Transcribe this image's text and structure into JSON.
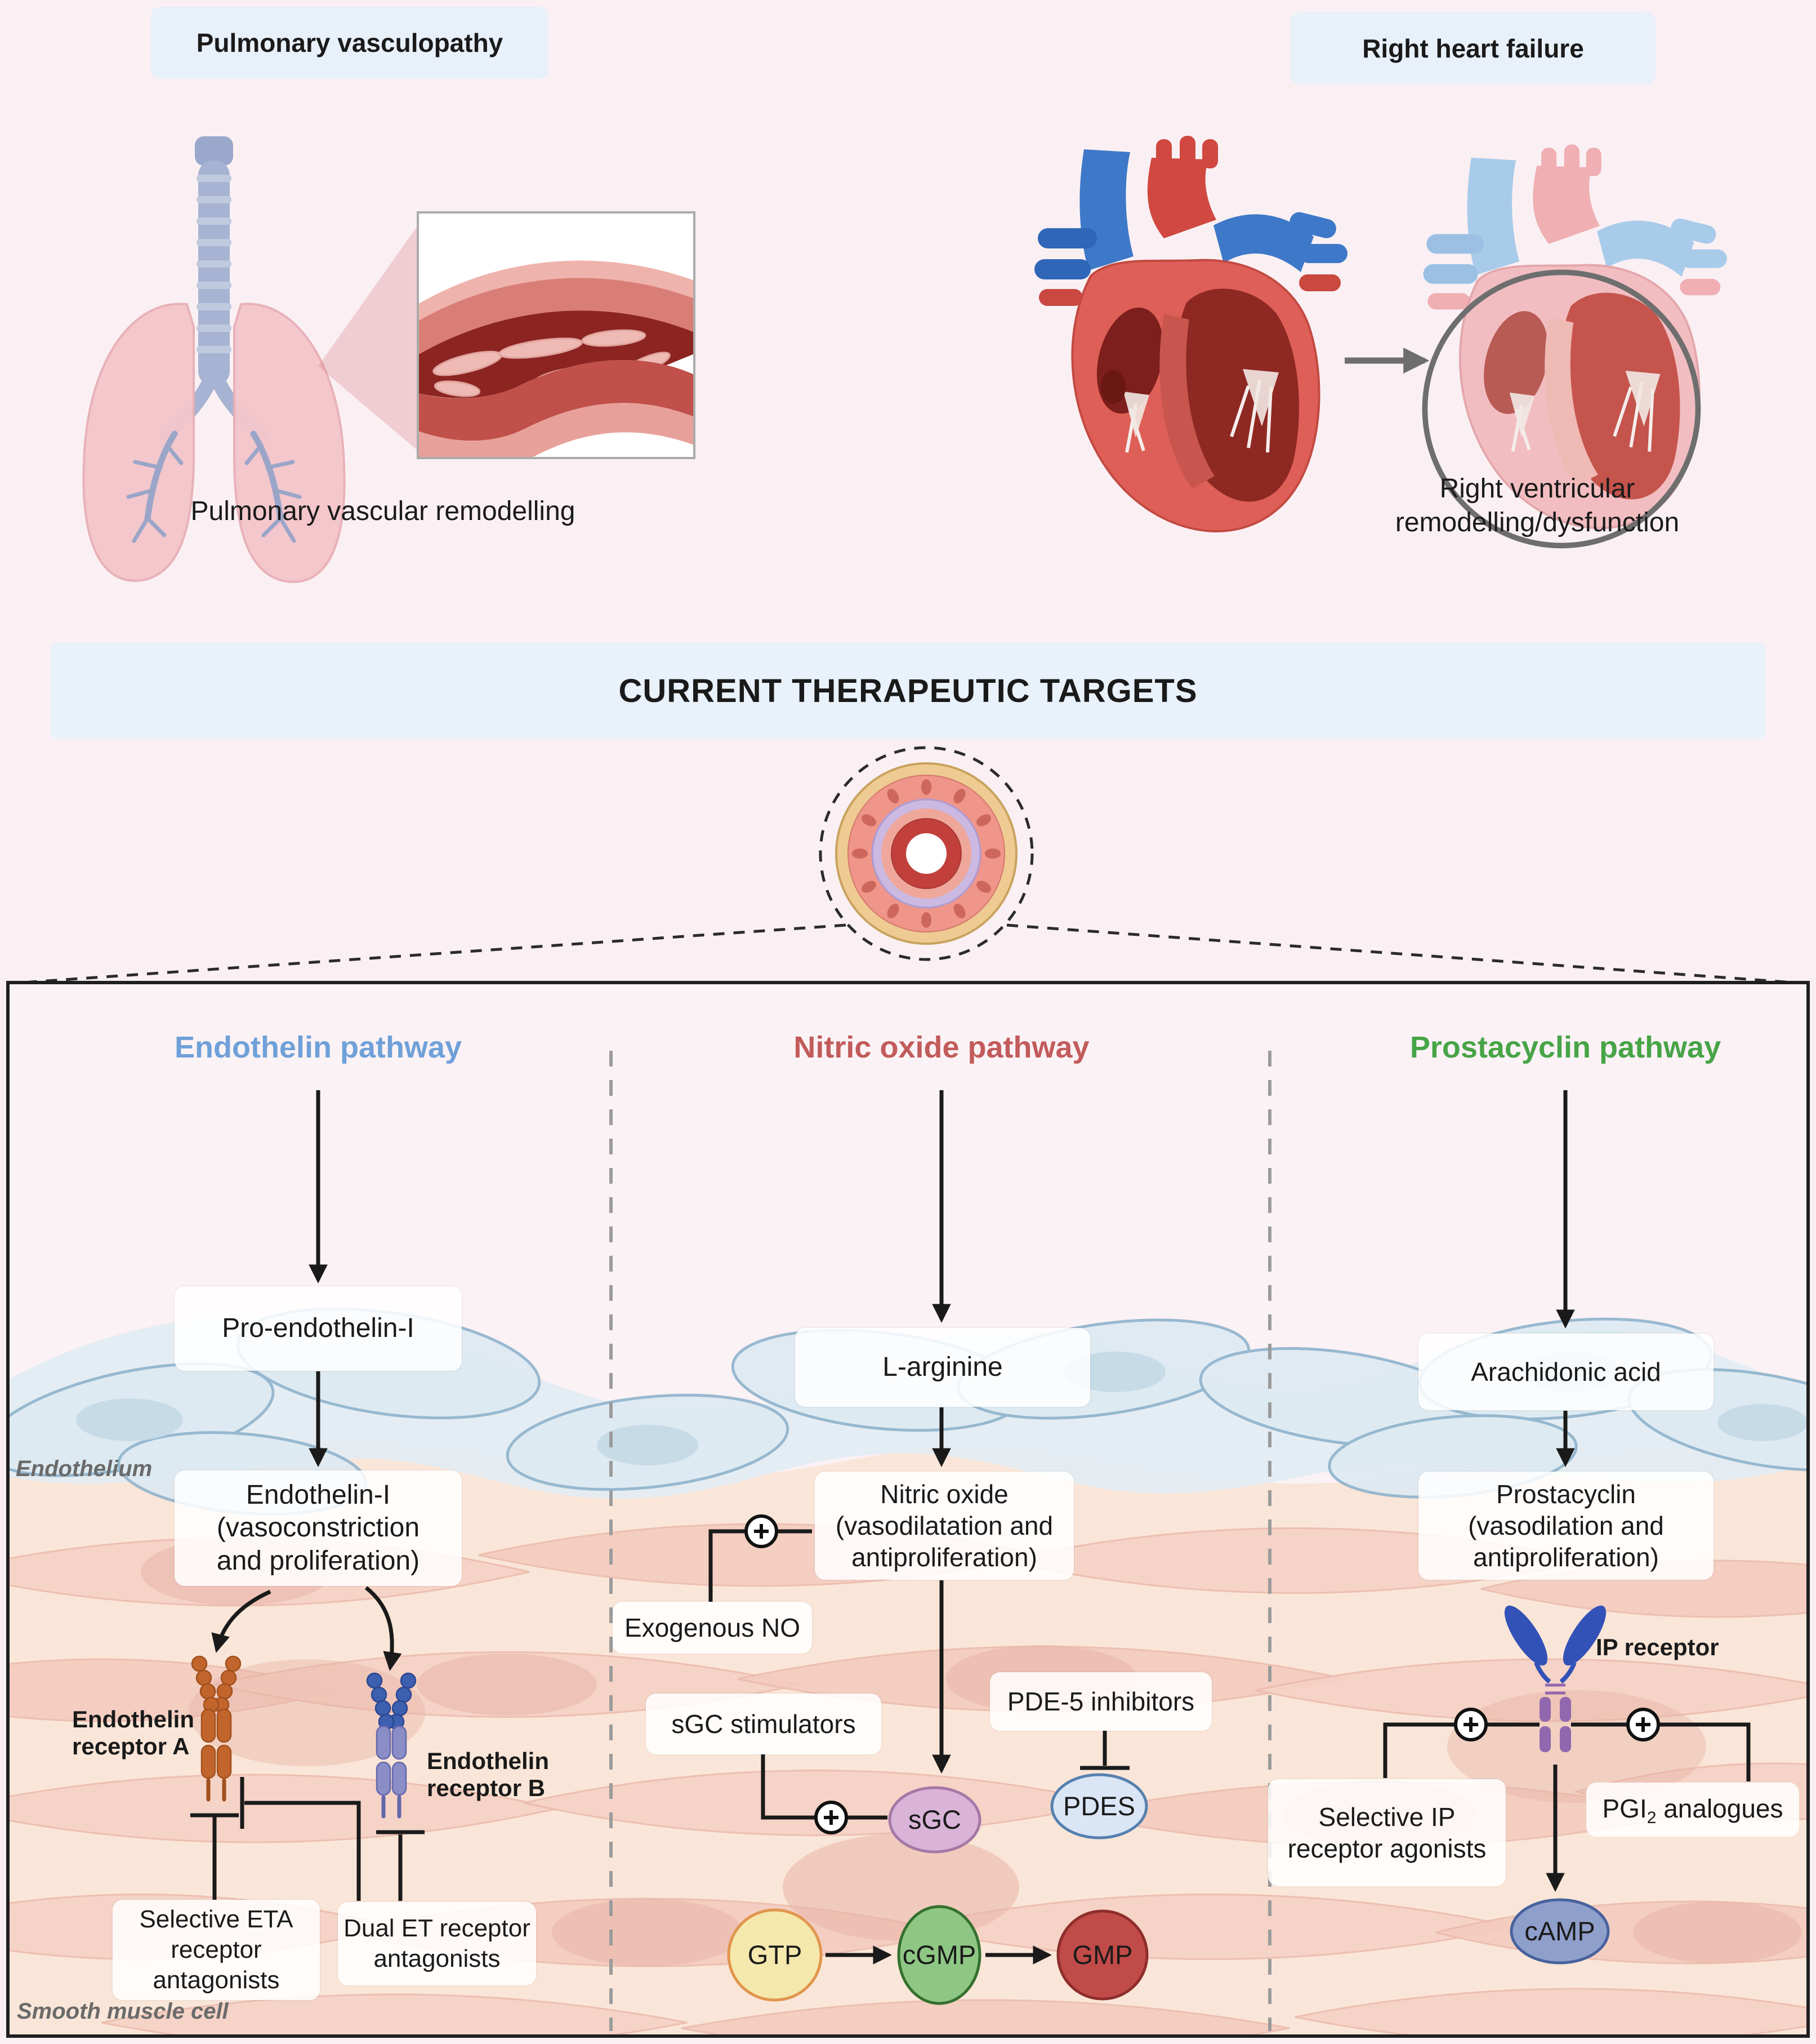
{
  "top": {
    "left": {
      "header": "Pulmonary vasculopathy",
      "caption": "Pulmonary vascular remodelling"
    },
    "right": {
      "header": "Right heart failure",
      "caption": "Right ventricular\nremodelling/dysfunction"
    }
  },
  "banner": {
    "text": "CURRENT THERAPEUTIC TARGETS"
  },
  "panel": {
    "labels": {
      "endothelium": "Endothelium",
      "smooth_muscle": "Smooth muscle cell"
    },
    "endothelin": {
      "title": "Endothelin pathway",
      "pro_endothelin": "Pro-endothelin-I",
      "endothelin1": "Endothelin-I\n(vasoconstriction\nand proliferation)",
      "receptor_a_label": "Endothelin\nreceptor A",
      "receptor_b_label": "Endothelin\nreceptor B",
      "selective_eta": "Selective ETA\nreceptor\nantagonists",
      "dual_et": "Dual ET receptor\nantagonists"
    },
    "nitric_oxide": {
      "title": "Nitric oxide pathway",
      "l_arginine": "L-arginine",
      "nitric_oxide_node": "Nitric oxide\n(vasodilatation and\nantiproliferation)",
      "exogenous_no": "Exogenous NO",
      "sgc_stimulators": "sGC stimulators",
      "pde5_inhibitors": "PDE-5 inhibitors",
      "sgc": "sGC",
      "pdes": "PDES",
      "gtp": "GTP",
      "cgmp": "cGMP",
      "gmp": "GMP"
    },
    "prostacyclin": {
      "title": "Prostacyclin pathway",
      "arachidonic_acid": "Arachidonic acid",
      "prostacyclin_node": "Prostacyclin\n(vasodilation and\nantiproliferation)",
      "ip_receptor_label": "IP receptor",
      "selective_ip": "Selective IP\nreceptor agonists",
      "pgi2_pre": "PGI",
      "pgi2_sub": "2",
      "pgi2_post": " analogues",
      "camp": "cAMP"
    }
  },
  "colors": {
    "background": "#FAF0F3",
    "header_bg": "#E8F0FA",
    "banner_bg": "#E9F1FA",
    "endothelin_title": "#6FA0D8",
    "nitric_oxide_title": "#C25B5B",
    "prostacyclin_title": "#47A447",
    "endothelium_cell": "#DEEAF2",
    "smooth_muscle_cell": "#F6D2C6",
    "sgc_fill": "#D9B4D8",
    "pdes_fill": "#DAE5F5",
    "gtp_fill": "#F5E8AC",
    "cgmp_fill": "#8EC683",
    "gmp_fill": "#C14B48",
    "camp_fill": "#8F9FCB",
    "receptor_a_color": "#C2652C",
    "receptor_b_color": "#3D5FB0",
    "ip_receptor_blue": "#3352B8",
    "ip_receptor_purple": "#9168AE"
  }
}
